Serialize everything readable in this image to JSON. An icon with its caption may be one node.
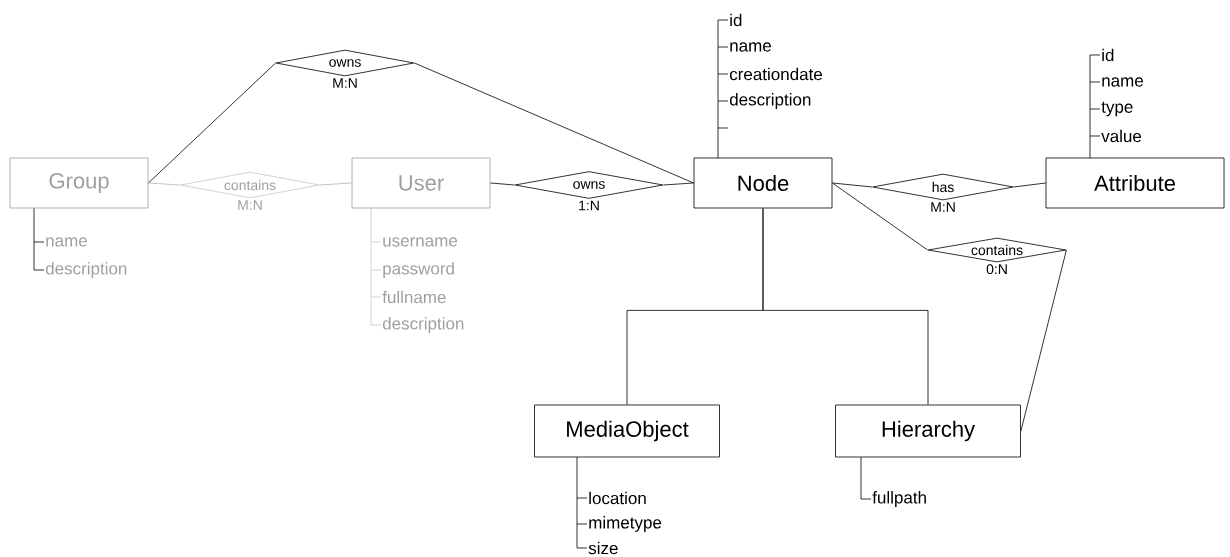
{
  "diagram": {
    "nodes": [
      {
        "text": [
          "Group"
        ],
        "beside": [
          "name",
          "description"
        ]
      },
      {
        "text": [
          "owns"
        ],
        "beside": [
          "M:N"
        ]
      },
      {
        "text": [
          "contains"
        ],
        "beside": [
          "M:N"
        ]
      },
      {
        "text": [
          "User"
        ],
        "beside": [
          "username",
          "password",
          "fullname",
          "description"
        ]
      },
      {
        "text": [
          "owns"
        ],
        "beside": [
          "1:N"
        ]
      },
      {
        "text": [
          "Node"
        ],
        "beside": [
          "id",
          "name",
          "creationdate",
          "description"
        ]
      },
      {
        "text": [
          "has"
        ],
        "beside": [
          "M:N"
        ]
      },
      {
        "text": [
          "Attribute"
        ],
        "beside": [
          "id",
          "name",
          "type",
          "value"
        ]
      },
      {
        "text": [
          "contains"
        ],
        "beside": [
          "0:N"
        ]
      },
      {
        "text": [
          "MediaObject"
        ],
        "beside": [
          "location",
          "mimetype",
          "size"
        ]
      },
      {
        "text": [
          "Hierarchy"
        ],
        "beside": [
          "fullpath"
        ]
      }
    ],
    "edges": [
      {
        "from": 0,
        "to": 1,
        "arrow": "none"
      },
      {
        "from": 1,
        "to": 5,
        "arrow": "none"
      },
      {
        "from": 0,
        "to": 2,
        "arrow": "none",
        "color": "#b4b4b4"
      },
      {
        "from": 2,
        "to": 3,
        "arrow": "none",
        "color": "#b4b4b4"
      },
      {
        "from": 3,
        "to": 4,
        "arrow": "none"
      },
      {
        "from": 4,
        "to": 5,
        "arrow": "none"
      },
      {
        "from": 5,
        "to": 6,
        "arrow": "none"
      },
      {
        "from": 6,
        "to": 7,
        "arrow": "none"
      },
      {
        "from": 5,
        "to": 8,
        "arrow": "none"
      },
      {
        "from": 8,
        "to": 10,
        "arrow": "none"
      },
      {
        "from": 5,
        "to": 9,
        "arrow": "none"
      },
      {
        "from": 5,
        "to": 10,
        "arrow": "none"
      }
    ]
  }
}
